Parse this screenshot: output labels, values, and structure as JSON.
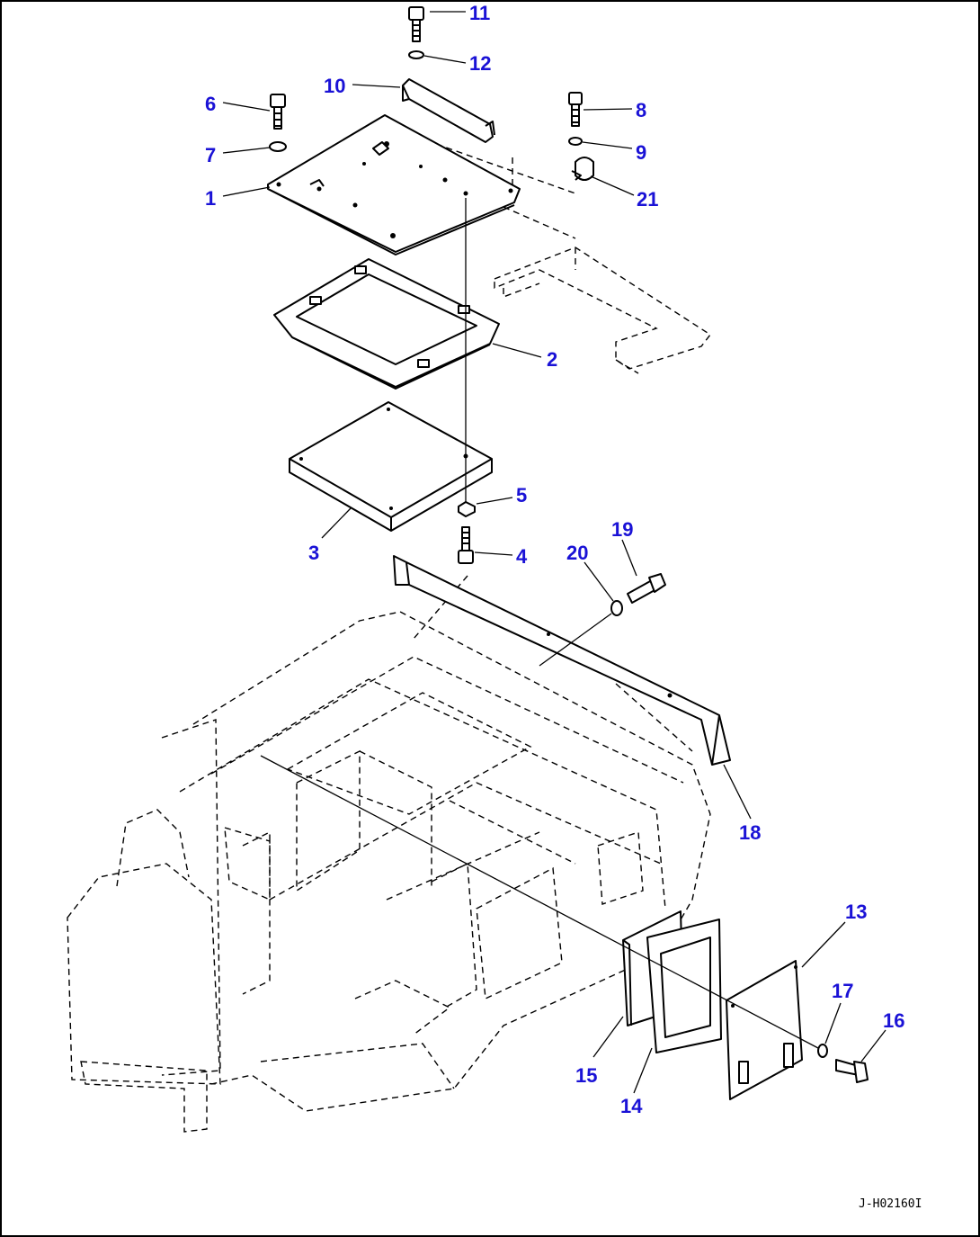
{
  "diagram": {
    "callouts": [
      "1",
      "2",
      "3",
      "4",
      "5",
      "6",
      "7",
      "8",
      "9",
      "10",
      "11",
      "12",
      "13",
      "14",
      "15",
      "16",
      "17",
      "18",
      "19",
      "20",
      "21"
    ],
    "drawing_code": "J-H02160I"
  }
}
